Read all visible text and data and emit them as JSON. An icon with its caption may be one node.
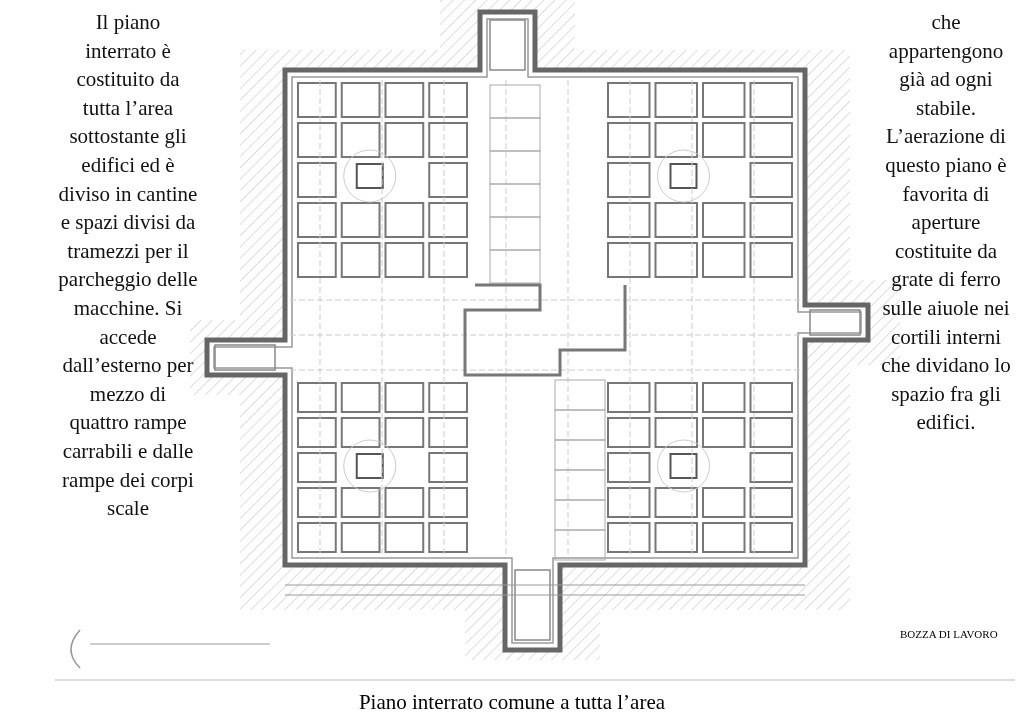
{
  "diagram": {
    "caption": "Piano interrato comune a tutta l’area",
    "labels": [
      "Il piano interrato è costituito da tutta l’area sottostante gli edifici ed è diviso in cantine e spazi divisi da tramezzi per il parcheggio delle macchine. Si accede dall’esterno per mezzo di quattro rampe carrabili e dalle rampe dei corpi scale",
      "che appartengono già ad ogni stabile. L’aerazione di questo piano è favorita di aperture costituite da grate di ferro sulle aiuole nei cortili interni che dividano lo spazio fra gli edifici.",
      "BOZZA DI LAVORO"
    ]
  }
}
